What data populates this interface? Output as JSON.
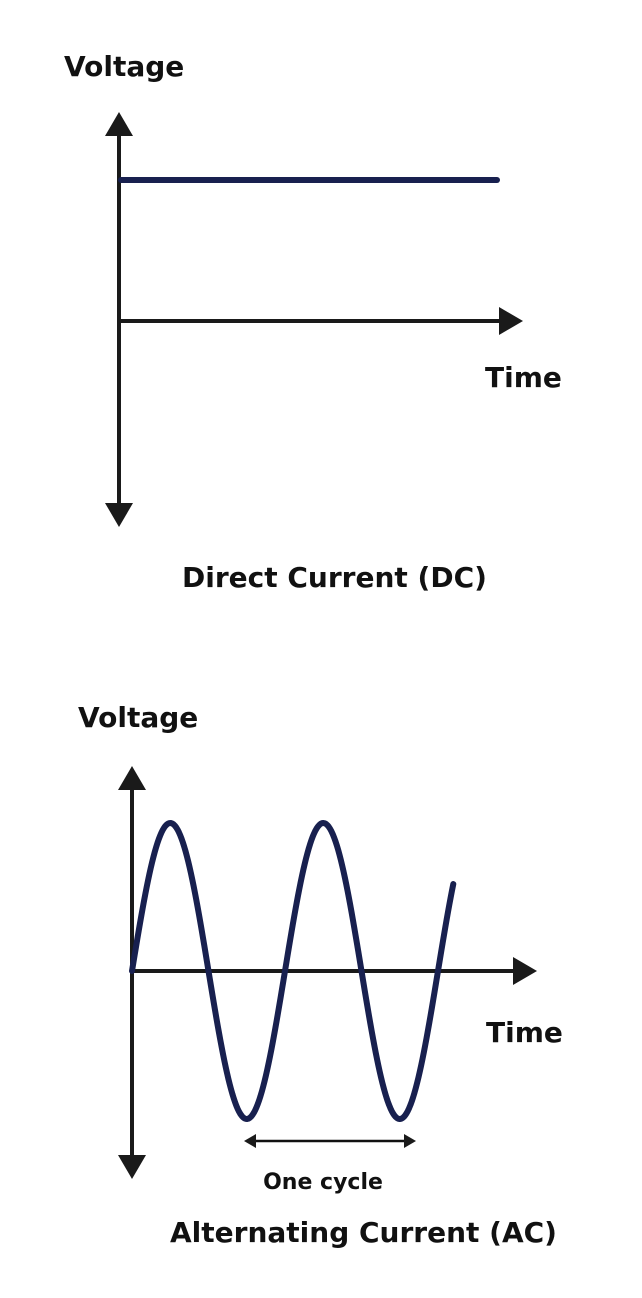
{
  "colors": {
    "trace": "#18204f",
    "axis": "#1a1a1a",
    "background": "#ffffff"
  },
  "dc": {
    "y_label": "Voltage",
    "x_label": "Time",
    "caption": "Direct Current (DC)"
  },
  "ac": {
    "y_label": "Voltage",
    "x_label": "Time",
    "cycle_label": "One cycle",
    "caption": "Alternating Current (AC)",
    "cycles_shown": 2
  }
}
